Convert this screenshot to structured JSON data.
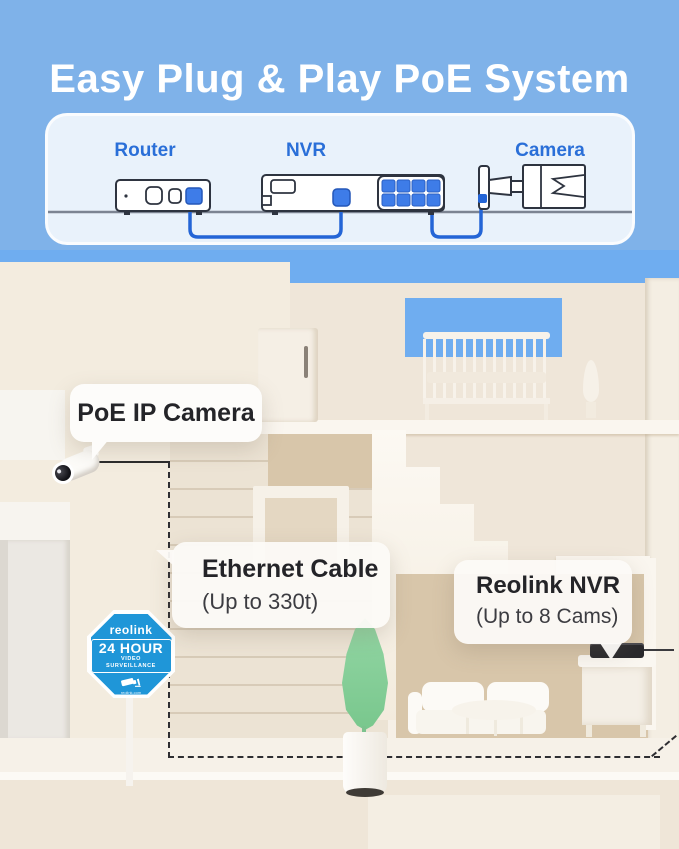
{
  "header": {
    "title": "Easy Plug & Play PoE System"
  },
  "diagram": {
    "labels": {
      "router": "Router",
      "nvr": "NVR",
      "camera": "Camera"
    }
  },
  "callouts": {
    "camera": {
      "title": "PoE IP Camera"
    },
    "cable": {
      "title": "Ethernet Cable",
      "subtitle": "(Up to 330t)"
    },
    "nvr": {
      "title": "Reolink NVR",
      "subtitle": "(Up to 8 Cams)"
    }
  },
  "yard_sign": {
    "brand": "reolink",
    "line1": "24 HOUR",
    "line2": "VIDEO SURVEILLANCE",
    "footer": "reolink.com"
  },
  "colors": {
    "header_bg": "#7fb2e9",
    "sky": "#6fadf0",
    "card_bg": "#e9f2fb",
    "accent_blue": "#2a6fd8",
    "cable_blue": "#2465d6",
    "port_blue": "#3e7ce8",
    "sign_blue": "#1f96d8",
    "cream": "#efe6d9",
    "tan": "#d8c6aa"
  }
}
